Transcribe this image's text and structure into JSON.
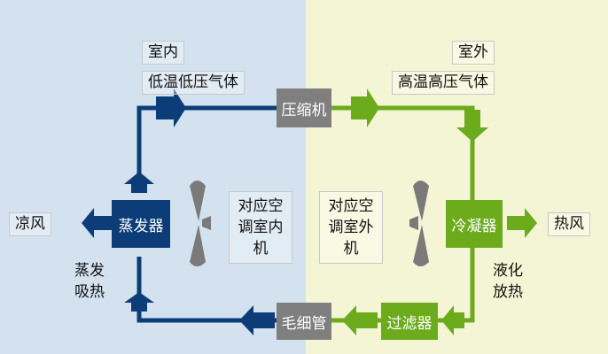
{
  "regions": {
    "indoor_label": "室内",
    "outdoor_label": "室外"
  },
  "states": {
    "low": "低温低压气体",
    "high": "高温高压气体"
  },
  "components": {
    "compressor": "压缩机",
    "evaporator": "蒸发器",
    "condenser": "冷凝器",
    "capillary": "毛细管",
    "filter": "过滤器"
  },
  "outputs": {
    "cool": "凉风",
    "hot": "热风"
  },
  "processes": {
    "evaporate_line1": "蒸发",
    "evaporate_line2": "吸热",
    "condense_line1": "液化",
    "condense_line2": "放热"
  },
  "units": {
    "indoor_lines": [
      "对应空",
      "调室内",
      "机"
    ],
    "outdoor_lines": [
      "对应空",
      "调室外",
      "机"
    ]
  },
  "colors": {
    "indoor_bg": "#d3e2ee",
    "outdoor_bg": "#f4f5d4",
    "blue": "#0d3d78",
    "green": "#6bab1c",
    "gray": "#7f7f7f"
  }
}
